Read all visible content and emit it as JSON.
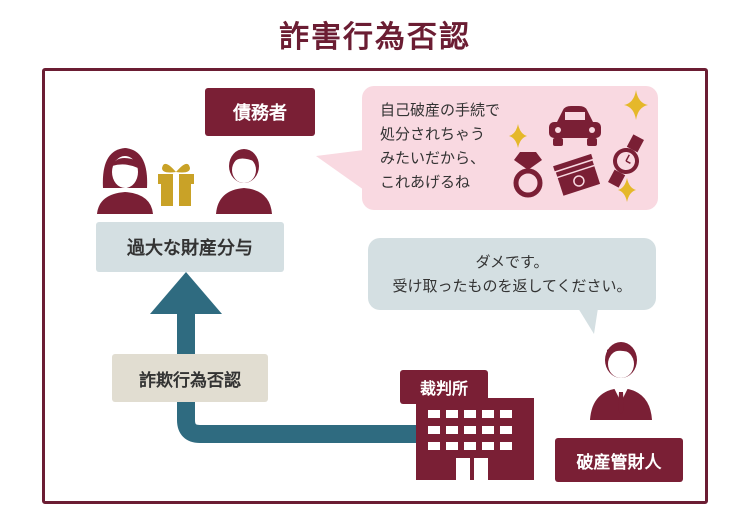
{
  "title": "詐害行為否認",
  "labels": {
    "debtor": "債務者",
    "excessive_gift": "過大な財産分与",
    "fraud_denial": "詐欺行為否認",
    "court": "裁判所",
    "trustee": "破産管財人"
  },
  "bubble_debtor": {
    "lines": [
      "自己破産の手続で",
      "処分されちゃう",
      "みたいだから、",
      "これあげるね"
    ]
  },
  "bubble_trustee": {
    "lines": [
      "ダメです。",
      "受け取ったものを返してください。"
    ]
  },
  "colors": {
    "maroon": "#7a1f35",
    "teal": "#2f6b80",
    "pink": "#f9d9e1",
    "lightblue": "#d4dfe2",
    "beige": "#e1ddd1",
    "gold": "#c9a227"
  }
}
